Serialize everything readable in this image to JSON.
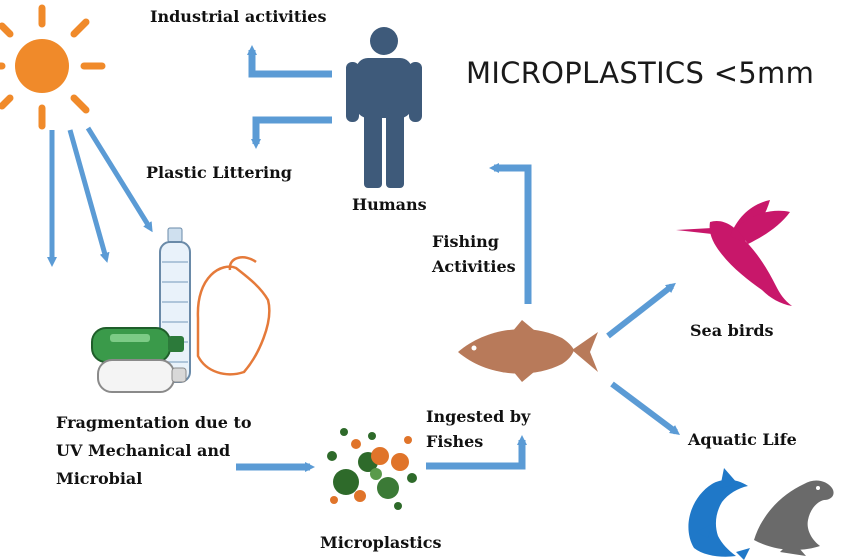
{
  "title": "MICROPLASTICS <5mm",
  "labels": {
    "industrial": "Industrial activities",
    "plastic_littering": "Plastic Littering",
    "humans": "Humans",
    "fishing": [
      "Fishing",
      "Activities"
    ],
    "sea_birds": "Sea birds",
    "aquatic_life": "Aquatic Life",
    "fragmentation": [
      "Fragmentation due to",
      "UV Mechanical and",
      "Microbial"
    ],
    "ingested": [
      "Ingested by",
      "Fishes"
    ],
    "microplastics": "Microplastics"
  },
  "icons": {
    "sun": "sun-icon",
    "human": "human-icon",
    "plastic_waste": "plastic-waste-icon",
    "fish": "fish-icon",
    "bird": "hummingbird-icon",
    "dolphin": "dolphin-icon",
    "seal": "seal-icon",
    "microplastic_particles": "microplastic-particles-icon"
  },
  "colors": {
    "arrow": "#5b9bd5",
    "sun": "#f08a2a",
    "human": "#3e5a7a",
    "fish": "#b87a5a",
    "bird": "#c8176a",
    "dolphin": "#1f78c8",
    "seal": "#6a6a6a",
    "bottle_green": "#3a9a4a",
    "particle_green": "#2e6a2a",
    "particle_orange": "#e0742a"
  }
}
